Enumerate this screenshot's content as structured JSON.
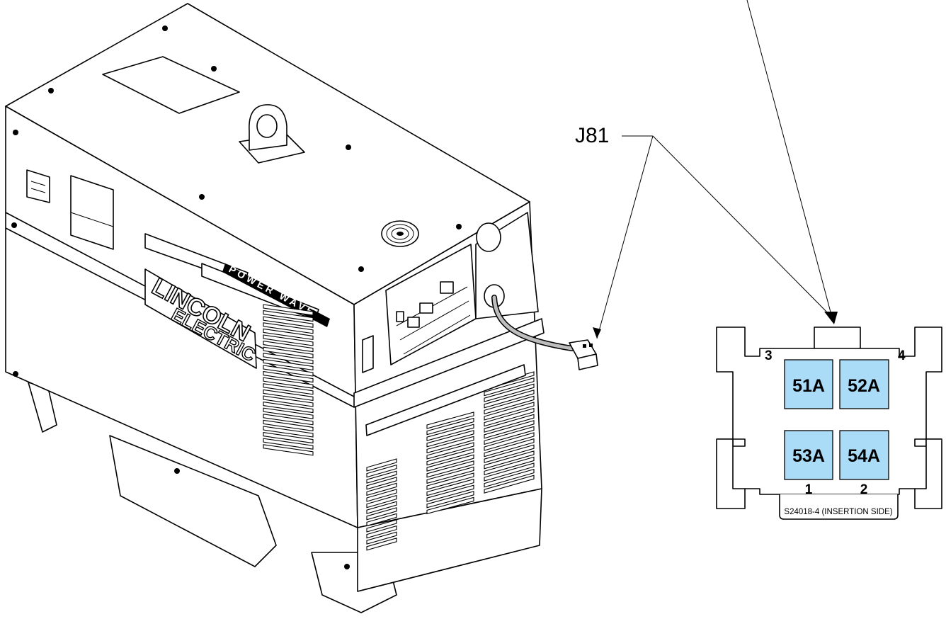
{
  "connector": {
    "callout": "J81",
    "pins": [
      {
        "wire": "51A",
        "number": "3"
      },
      {
        "wire": "52A",
        "number": "4"
      },
      {
        "wire": "53A",
        "number": "1"
      },
      {
        "wire": "54A",
        "number": "2"
      }
    ],
    "part_label": "S24018-4 (INSERTION SIDE)",
    "pin_fill": "#aadcf7"
  },
  "machine": {
    "brand_line1": "LINCOLN",
    "brand_line2": "ELECTRIC",
    "product_name": "POWER WAVE"
  }
}
